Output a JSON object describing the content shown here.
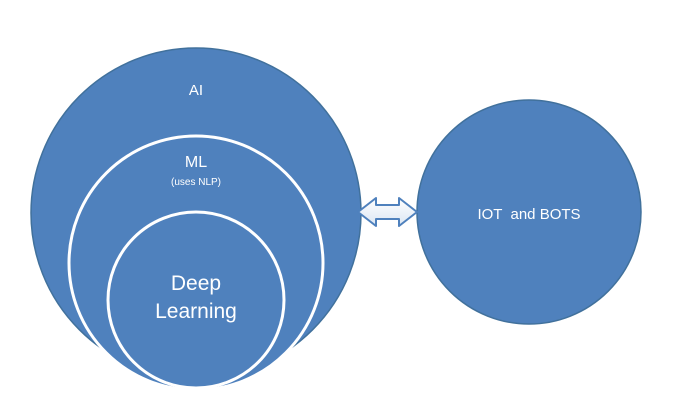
{
  "colors": {
    "circle_fill": "#4F81BD",
    "circle_stroke": "#41719C",
    "inner_stroke": "#FFFFFF",
    "text": "#FFFFFF",
    "background": "#FFFFFF"
  },
  "diagram": {
    "ai": {
      "label": "AI"
    },
    "ml": {
      "label": "ML",
      "sublabel": "(uses NLP)"
    },
    "deep_learning": {
      "line1": "Deep",
      "line2": "Learning"
    },
    "iot": {
      "label": "IOT  and BOTS"
    },
    "connector": {
      "type": "double-headed arrow",
      "direction": "horizontal"
    }
  }
}
